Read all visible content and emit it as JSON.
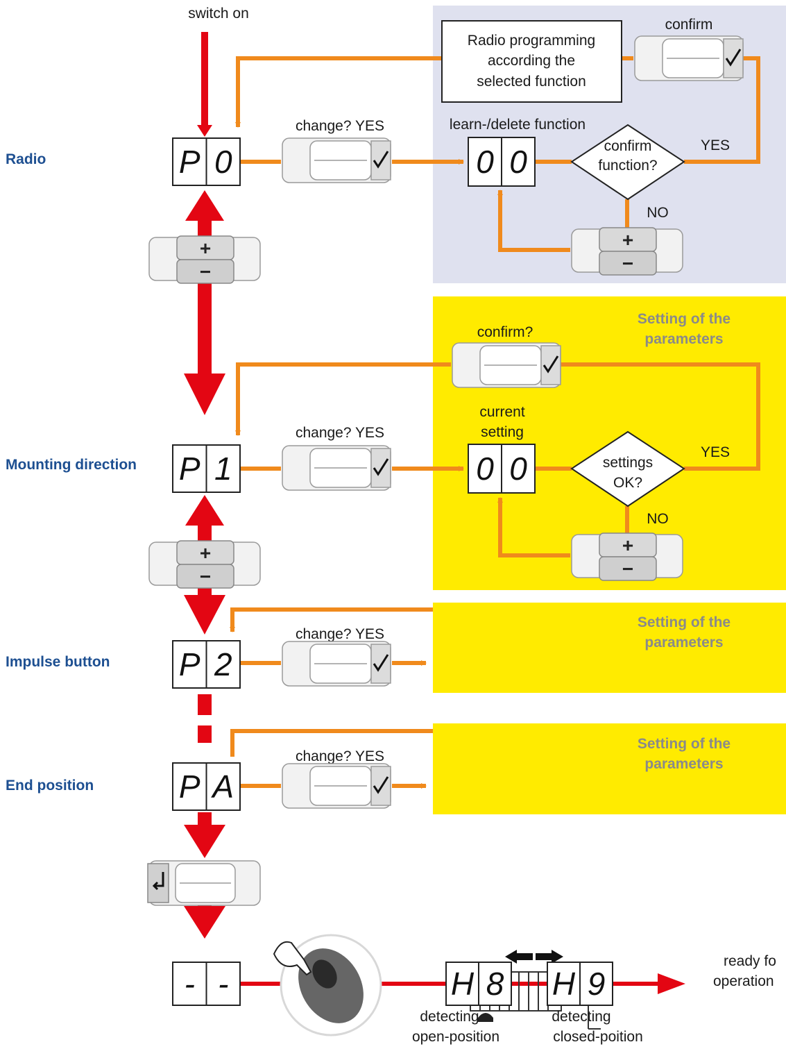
{
  "start_label": "switch on",
  "sections": [
    {
      "label": "Radio",
      "code": [
        "P",
        "0"
      ],
      "change_label": "change? YES"
    },
    {
      "label": "Mounting direction",
      "code": [
        "P",
        "1"
      ],
      "change_label": "change? YES"
    },
    {
      "label": "Impulse button",
      "code": [
        "P",
        "2"
      ],
      "change_label": "change? YES"
    },
    {
      "label": "End position",
      "code": [
        "P",
        "A"
      ],
      "change_label": "change? YES"
    }
  ],
  "radio_panel": {
    "programming_box": [
      "Radio programming",
      "according the",
      "selected function"
    ],
    "confirm_label": "confirm",
    "function_label": "learn-/delete function",
    "display": [
      "0",
      "0"
    ],
    "decision": [
      "confirm",
      "function?"
    ],
    "yes": "YES",
    "no": "NO"
  },
  "settings_panel": {
    "title": [
      "Setting of the",
      "parameters"
    ],
    "confirm_label": "confirm?",
    "current_label": [
      "current",
      "setting"
    ],
    "display": [
      "0",
      "0"
    ],
    "decision": [
      "settings",
      "OK?"
    ],
    "yes": "YES",
    "no": "NO"
  },
  "param_panel_title": [
    "Setting of the",
    "parameters"
  ],
  "final": {
    "display": [
      "-",
      "-"
    ],
    "h8": [
      "H",
      "8"
    ],
    "h9": [
      "H",
      "9"
    ],
    "open_label": [
      "detecting",
      "open-position"
    ],
    "closed_label": [
      "detecting",
      "closed-poition"
    ],
    "ready_label": [
      "ready fo",
      "operation"
    ]
  },
  "button_symbols": {
    "plus": "+",
    "minus": "−"
  },
  "colors": {
    "red": "#e30613",
    "orange": "#f08a1c",
    "blue_panel": "#dfe1ef",
    "yellow_panel": "#ffeb00",
    "label_blue": "#1d4f91",
    "param_grey": "#8a8a8a"
  }
}
